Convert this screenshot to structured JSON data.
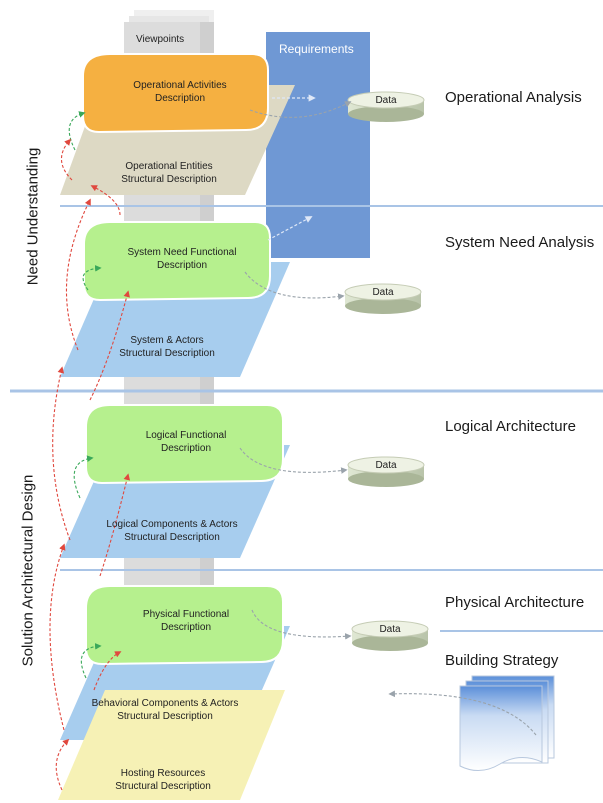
{
  "viewpoints_label": "Viewpoints",
  "requirements_label": "Requirements",
  "side_labels": {
    "need_understanding": "Need Understanding",
    "solution_design": "Solution Architectural Design"
  },
  "layers": [
    {
      "title": "Operational Analysis",
      "functional": [
        "Operational Activities",
        "Description"
      ],
      "structural": [
        "Operational Entities",
        "Structural Description"
      ],
      "data": "Data",
      "functional_color": "#f5b041"
    },
    {
      "title": "System Need Analysis",
      "functional": [
        "System Need Functional",
        "Description"
      ],
      "structural": [
        "System & Actors",
        "Structural Description"
      ],
      "data": "Data",
      "functional_color": "#b6f08e"
    },
    {
      "title": "Logical Architecture",
      "functional": [
        "Logical Functional",
        "Description"
      ],
      "structural": [
        "Logical Components & Actors",
        "Structural Description"
      ],
      "data": "Data",
      "functional_color": "#b6f08e"
    },
    {
      "title": "Physical Architecture",
      "functional": [
        "Physical Functional",
        "Description"
      ],
      "structural": [
        "Behavioral Components & Actors",
        "Structural Description"
      ],
      "data": "Data",
      "functional_color": "#b6f08e"
    }
  ],
  "hosting": [
    "Hosting Resources",
    "Structural Description"
  ],
  "building_strategy": "Building Strategy",
  "colors": {
    "structural_blue": "#a7cdee",
    "operational_beige": "#ddd9c4",
    "hosting_yellow": "#f6f1b5",
    "requirements": "#6f98d4",
    "separator": "#a9c4e6"
  }
}
